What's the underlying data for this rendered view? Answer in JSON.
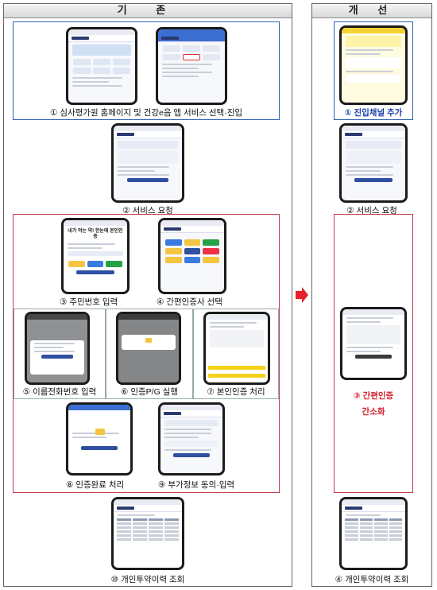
{
  "left_column": {
    "header": "기 존",
    "captions": {
      "s1": "① 심사평가원 홈페이지 및 건강e음 앱 서비스 선택·진입",
      "s2": "② 서비스 요청",
      "s3": "③ 주민번호 입력",
      "s4": "④ 간편인증사 선택",
      "s5": "⑤ 이름전화번호 입력",
      "s6": "⑥ 인증P/G 실행",
      "s7": "⑦ 본인인증 처리",
      "s8": "⑧ 인증완료 처리",
      "s9": "⑨ 부가정보 동의·입력",
      "s10": "⑩ 개인투약이력 조회"
    }
  },
  "right_column": {
    "header": "개 선",
    "captions": {
      "s1": "① 진입채널 추가",
      "s2": "② 서비스 요청",
      "s3_line1": "③ 간편인증",
      "s3_line2": "간소화",
      "s4": "④ 개인투약이력 조회"
    }
  },
  "screen_text": {
    "auth_hero": "내가 먹는 약! 한눈에 본인인증"
  },
  "colors": {
    "step_box_blue": "#2d5fb3",
    "step_box_red": "#c43a4a",
    "highlight_text_red": "#d2202f",
    "highlight_text_blue": "#1a3fa8",
    "arrow_red": "#e8202a"
  }
}
